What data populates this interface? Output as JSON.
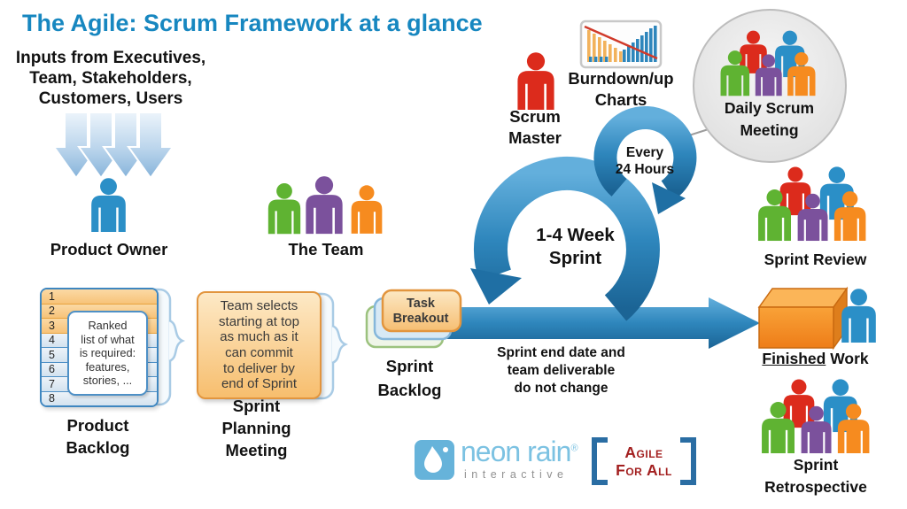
{
  "title": "The Agile: Scrum Framework at a glance",
  "inputs_note": "Inputs from Executives,\nTeam, Stakeholders,\nCustomers, Users",
  "roles": {
    "product_owner": {
      "label": "Product Owner",
      "icon": "person-icon-blue"
    },
    "the_team": {
      "label": "The Team",
      "icon": "people-icons-green-purple-orange"
    },
    "scrum_master": {
      "label": "Scrum\nMaster",
      "icon": "person-icon-red"
    }
  },
  "product_backlog": {
    "label": "Product\nBacklog",
    "rows": [
      "1",
      "2",
      "3",
      "4",
      "5",
      "6",
      "7",
      "8"
    ],
    "note": "Ranked\nlist of what\nis required:\nfeatures,\nstories, ..."
  },
  "sprint_planning": {
    "label": "Sprint\nPlanning\nMeeting",
    "note": "Team selects\nstarting at top\nas much as it\ncan commit\nto deliver by\nend of Sprint"
  },
  "sprint_backlog": {
    "label": "Sprint\nBacklog",
    "task_breakout": "Task\nBreakout"
  },
  "sprint_loop": {
    "sprint": "1-4 Week\nSprint",
    "every": "Every\n24 Hours",
    "end_note": "Sprint end date and\nteam deliverable\ndo not change"
  },
  "burndown": {
    "label": "Burndown/up\nCharts",
    "icon": "bar-chart-icon"
  },
  "daily_scrum": {
    "label": "Daily Scrum\nMeeting",
    "icon": "people-icons-five"
  },
  "outcomes": {
    "sprint_review": "Sprint Review",
    "finished_underlined": "Finished",
    "finished_rest": " Work",
    "sprint_retrospective": "Sprint\nRetrospective"
  },
  "logos": {
    "neon_rain": {
      "name": "neon rain",
      "reg": "®",
      "sub": "interactive",
      "icon": "water-drop-icon"
    },
    "agile_for_all": {
      "text": "Agile\nFor All"
    }
  },
  "palette": {
    "title_blue": "#1787C0",
    "arrow_blue": "#2E86BC",
    "person_blue": "#2B8FC7",
    "person_green": "#5FB332",
    "person_purple": "#7B519C",
    "person_orange": "#F68B1F",
    "person_red": "#DC2B1C",
    "cube_orange": "#F49A34",
    "backlog_row_orange": "#FACD92",
    "backlog_row_blue": "#DCE8F3",
    "note_box_orange": "#F7BE6E",
    "daily_circle_gray": "#E9E9E9",
    "logo_blue": "#6CB5DC",
    "logo_red": "#A32020"
  }
}
